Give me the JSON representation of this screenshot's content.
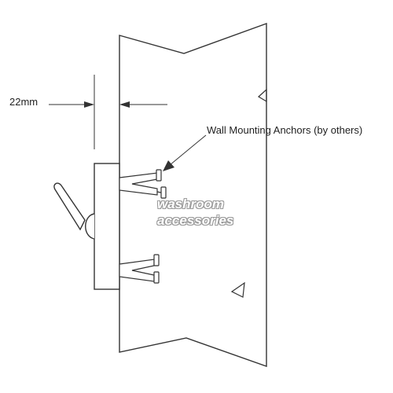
{
  "dimension": {
    "label": "22mm"
  },
  "callout": {
    "label": "Wall Mounting Anchors (by others)"
  },
  "watermark": {
    "line1": "washroom",
    "line2": "accessories"
  },
  "colors": {
    "line": "#333333",
    "wall_fill": "#ffffff"
  }
}
